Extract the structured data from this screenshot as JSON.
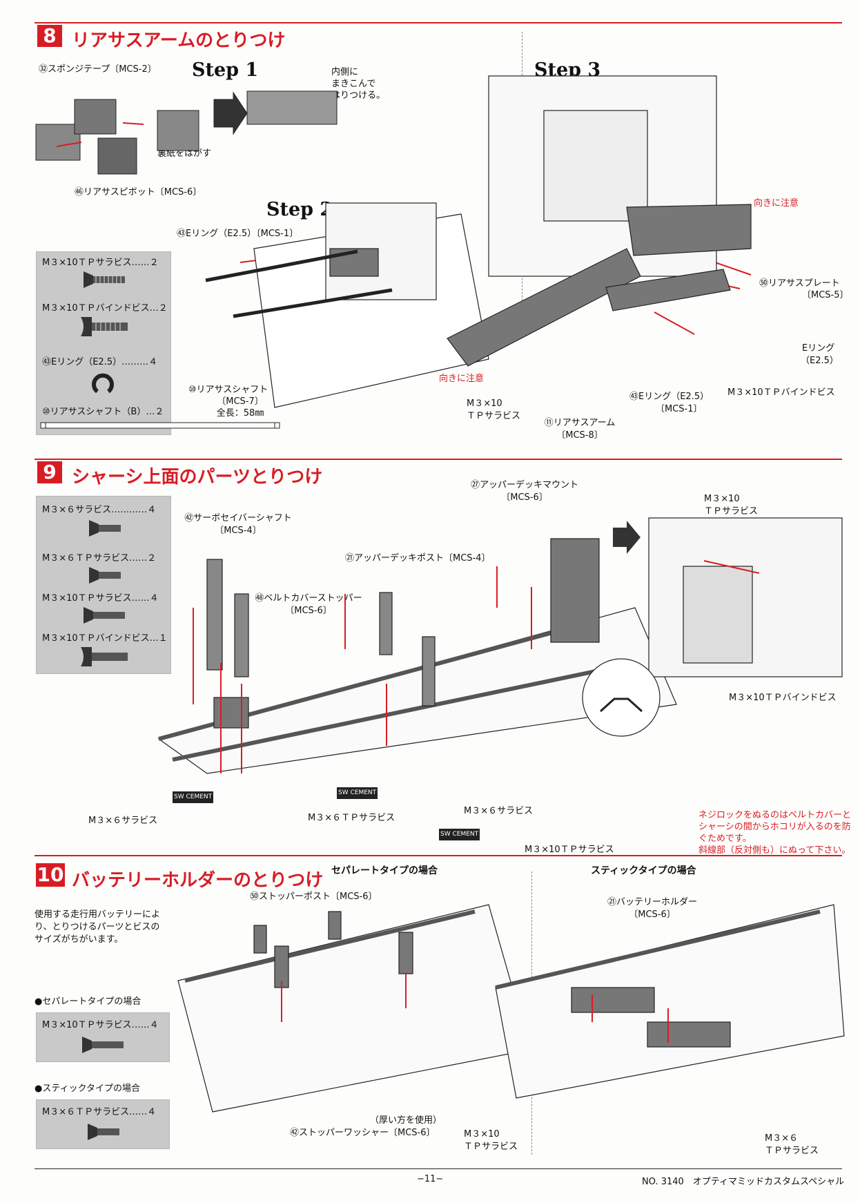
{
  "section8": {
    "number": "8",
    "title": "リアサスアームのとりつけ",
    "step1": "Step 1",
    "step2": "Step 2",
    "step3": "Step 3",
    "labels": {
      "sponge": "㉜スポンジテープ〔MCS-2〕",
      "inner_note": [
        "内側に",
        "まきこんで",
        "はりつける。"
      ],
      "peel": "裏紙をはがす",
      "pivot": "㊻リアサスピボット〔MCS-6〕",
      "ering_top": "㊸Eリング（E2.5）〔MCS-1〕",
      "shaft": [
        "⑩リアサスシャフト（B）",
        "〔MCS-7〕",
        "全長：58㎜"
      ],
      "caution_step2": "向きに注意",
      "screw_step2": [
        "M３×10",
        "ＴＰサラビス"
      ],
      "caution_step3": "向きに注意",
      "plate": [
        "㊿リアサスプレート",
        "〔MCS-5〕"
      ],
      "ering_right": [
        "Eリング",
        "（E2.5）"
      ],
      "ering_bottom": [
        "㊸Eリング（E2.5）",
        "〔MCS-1〕"
      ],
      "binding": "M３×10ＴＰバインドビス",
      "arm": [
        "⑪リアサスアーム",
        "〔MCS-8〕"
      ]
    },
    "parts": [
      {
        "label": "M３×10ＴＰサラビス……２",
        "icon": "countersunk-screw"
      },
      {
        "label": "M３×10ＴＰバインドビス…２",
        "icon": "binding-screw"
      },
      {
        "label": "㊸Eリング（E2.5）………４",
        "icon": "e-ring"
      },
      {
        "label": "⑩リアサスシャフト（B）…２",
        "icon": "shaft"
      }
    ]
  },
  "section9": {
    "number": "9",
    "title": "シャーシ上面のパーツとりつけ",
    "parts": [
      {
        "label": "M３×６サラビス…………４",
        "icon": "countersunk-screw"
      },
      {
        "label": "M３×６ＴＰサラビス……２",
        "icon": "countersunk-screw"
      },
      {
        "label": "M３×10ＴＰサラビス……４",
        "icon": "countersunk-screw"
      },
      {
        "label": "M３×10ＴＰバインドビス…１",
        "icon": "binding-screw"
      }
    ],
    "labels": {
      "servo_shaft": [
        "㊷サーボセイバーシャフト",
        "〔MCS-4〕"
      ],
      "belt_stopper": [
        "㊽ベルトカバーストッパー",
        "〔MCS-6〕"
      ],
      "deck_post": "㉑アッパーデッキポスト〔MCS-4〕",
      "deck_mount": [
        "㉗アッパーデッキマウント",
        "〔MCS-6〕"
      ],
      "m3x10_right": [
        "M３×10",
        "ＴＰサラビス"
      ],
      "binding_right": "M３×10ＴＰバインドビス",
      "m3x6_left": "M３×６サラビス",
      "m3x6tp": "M３×６ＴＰサラビス",
      "m3x6_mid": "M３×６サラビス",
      "m3x10_bottom": "M３×10ＴＰサラビス",
      "cement": "SW CEMENT"
    },
    "note": [
      "ネジロックをぬるのはベルトカバーと",
      "シャーシの間からホコリが入るのを防",
      "ぐためです。",
      "斜線部（反対側も）にぬって下さい。"
    ]
  },
  "section10": {
    "number": "10",
    "title": "バッテリーホルダーのとりつけ",
    "intro": [
      "使用する走行用バッテリーによ",
      "り、とりつけるパーツとビスの",
      "サイズがちがいます。"
    ],
    "separate_heading": "●セパレートタイプの場合",
    "separate_part": "M３×10ＴＰサラビス……４",
    "stick_heading": "●スティックタイプの場合",
    "stick_part": "M３×６ＴＰサラビス……４",
    "separate_title": "セパレートタイプの場合",
    "stick_title": "スティックタイプの場合",
    "labels": {
      "stopper_post": "㊿ストッパーポスト〔MCS-6〕",
      "thick": "（厚い方を使用）",
      "washer": "㊷ストッパーワッシャー〔MCS-6〕",
      "m3x10": [
        "M３×10",
        "ＴＰサラビス"
      ],
      "holder": [
        "㉑バッテリーホルダー",
        "〔MCS-6〕"
      ],
      "m3x6": [
        "M３×６",
        "ＴＰサラビス"
      ]
    }
  },
  "footer": {
    "page": "−11−",
    "product": "NO. 3140　オプティマミッドカスタムスペシャル"
  },
  "colors": {
    "accent": "#d81c24",
    "parts_bg": "#c9c9c9"
  }
}
